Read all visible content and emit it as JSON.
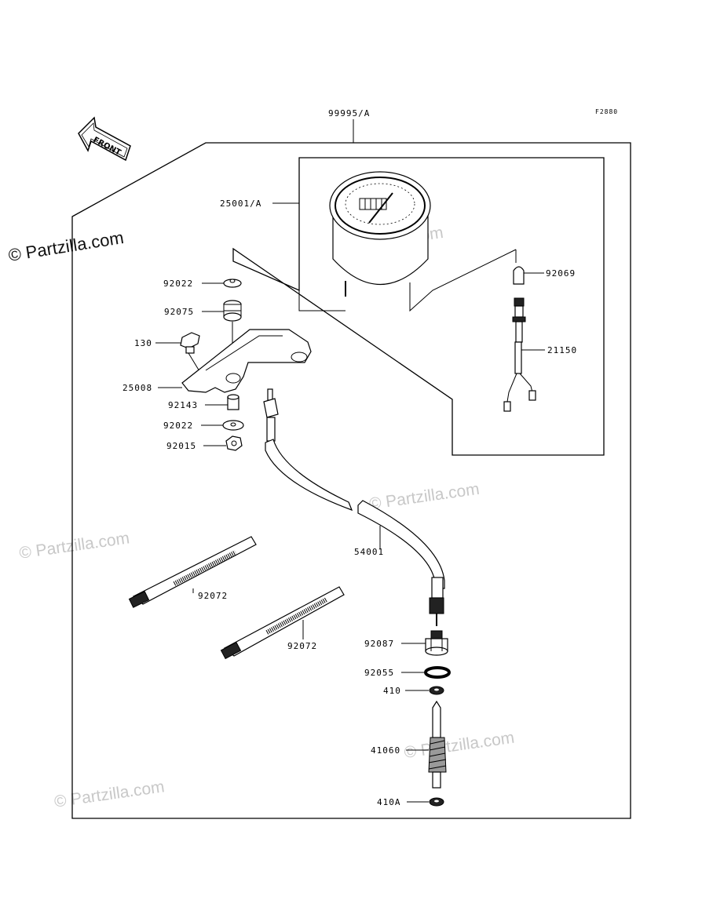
{
  "diagram": {
    "figure_code": "F2880",
    "front_label": "FRONT",
    "parts": {
      "assembly": "99995/A",
      "meter": "25001/A",
      "bulb": "92069",
      "socket_lead": "21150",
      "grommet_washer_top": "92022",
      "grommet": "92075",
      "bolt": "130",
      "bracket": "25008",
      "collar": "92143",
      "washer_bottom": "92022",
      "nut": "92015",
      "cable": "54001",
      "band_upper": "92072",
      "band_lower": "92072",
      "bushing": "92087",
      "o_ring": "92055",
      "shim_top": "410",
      "gear": "41060",
      "shim_bottom": "410A"
    }
  },
  "watermarks": {
    "main": "© Partzilla.com",
    "faint": "© Partzilla.com"
  },
  "colors": {
    "line": "#000000",
    "watermark": "#c8c8c8"
  }
}
